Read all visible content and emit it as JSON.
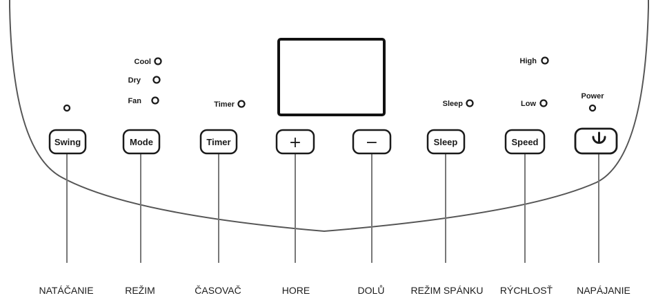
{
  "buttons": {
    "swing": "Swing",
    "mode": "Mode",
    "timer": "Timer",
    "plus": "+",
    "minus": "−",
    "sleep": "Sleep",
    "speed": "Speed"
  },
  "indicators": {
    "cool": "Cool",
    "dry": "Dry",
    "fan": "Fan",
    "timer": "Timer",
    "sleep": "Sleep",
    "high": "High",
    "low": "Low",
    "power": "Power"
  },
  "captions": {
    "swing": "NATÁČANIE",
    "mode": "REŽIM",
    "timer": "ČASOVAČ",
    "plus": "HORE",
    "minus": "DOLŮ",
    "sleep": "REŽIM SPÁNKU",
    "speed": "RÝCHLOSŤ",
    "power": "NAPÁJANIE"
  },
  "icons": {
    "power_button": "power-icon"
  }
}
